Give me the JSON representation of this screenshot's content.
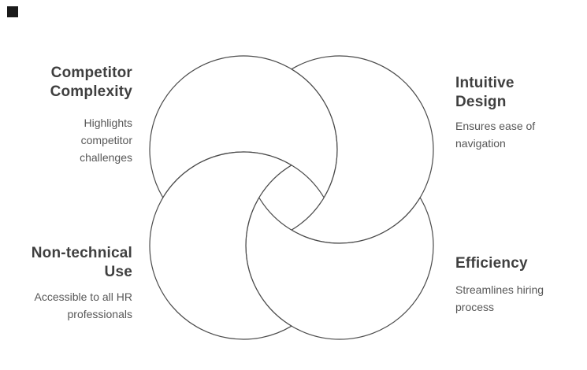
{
  "diagram": {
    "type": "interlocking-crescent-pinwheel",
    "shape_count": 4,
    "colors": {
      "background": "#ffffff",
      "stroke": "#4a4a4a",
      "title_text": "#3f3f3f",
      "description_text": "#575757",
      "corner_marker": "#1a1a1a"
    }
  },
  "labels": [
    {
      "id": "competitor-complexity",
      "title_lines": [
        "Competitor",
        "Complexity"
      ],
      "desc_lines": [
        "Highlights",
        "competitor",
        "challenges"
      ],
      "align": "right"
    },
    {
      "id": "intuitive-design",
      "title_lines": [
        "Intuitive",
        "Design"
      ],
      "desc_lines": [
        "Ensures ease of",
        "navigation"
      ],
      "align": "left"
    },
    {
      "id": "non-technical-use",
      "title_lines": [
        "Non-technical",
        "Use"
      ],
      "desc_lines": [
        "Accessible to all HR",
        "professionals"
      ],
      "align": "right"
    },
    {
      "id": "efficiency",
      "title_lines": [
        "Efficiency"
      ],
      "desc_lines": [
        "Streamlines hiring",
        "process"
      ],
      "align": "left"
    }
  ]
}
